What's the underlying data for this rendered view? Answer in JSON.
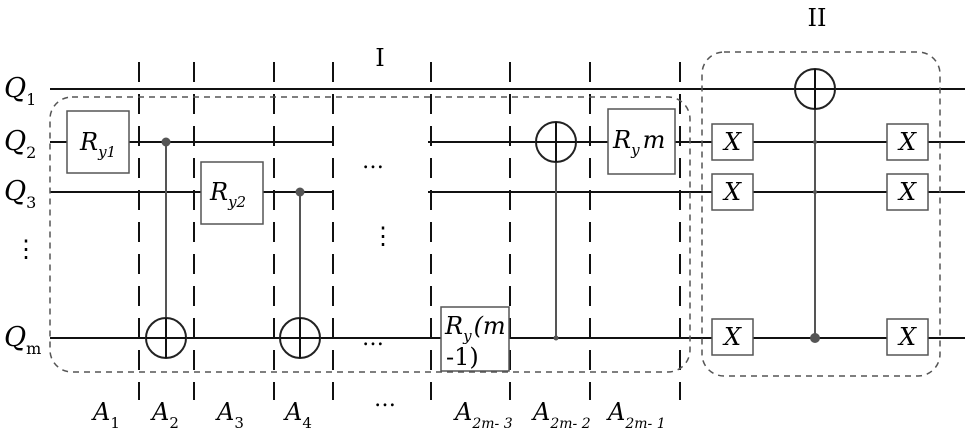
{
  "diagram": {
    "region_labels": {
      "one": "I",
      "two": "II"
    },
    "qubits": [
      {
        "main": "Q",
        "sub": "1"
      },
      {
        "main": "Q",
        "sub": "2"
      },
      {
        "main": "Q",
        "sub": "3"
      },
      {
        "main": "⋮",
        "sub": ""
      },
      {
        "main": "Q",
        "sub": "m"
      }
    ],
    "gates": {
      "ry1": {
        "main": "R",
        "sub": "y1"
      },
      "ry2": {
        "main": "R",
        "sub": "y2"
      },
      "rym": {
        "main": "R",
        "sub": "y",
        "tail": "m"
      },
      "rym1": {
        "main": "R",
        "sub": "y",
        "tail": "(m",
        "line2": "-1)"
      },
      "x": "X"
    },
    "ellipsis": {
      "h": "…",
      "v": "⋮"
    },
    "steps": [
      {
        "main": "A",
        "sub": "1"
      },
      {
        "main": "A",
        "sub": "2"
      },
      {
        "main": "A",
        "sub": "3"
      },
      {
        "main": "A",
        "sub": "4"
      },
      {
        "main": "…",
        "sub": ""
      },
      {
        "main": "A",
        "sub": "2m- 3"
      },
      {
        "main": "A",
        "sub": "2m- 2"
      },
      {
        "main": "A",
        "sub": "2m- 1"
      }
    ]
  }
}
